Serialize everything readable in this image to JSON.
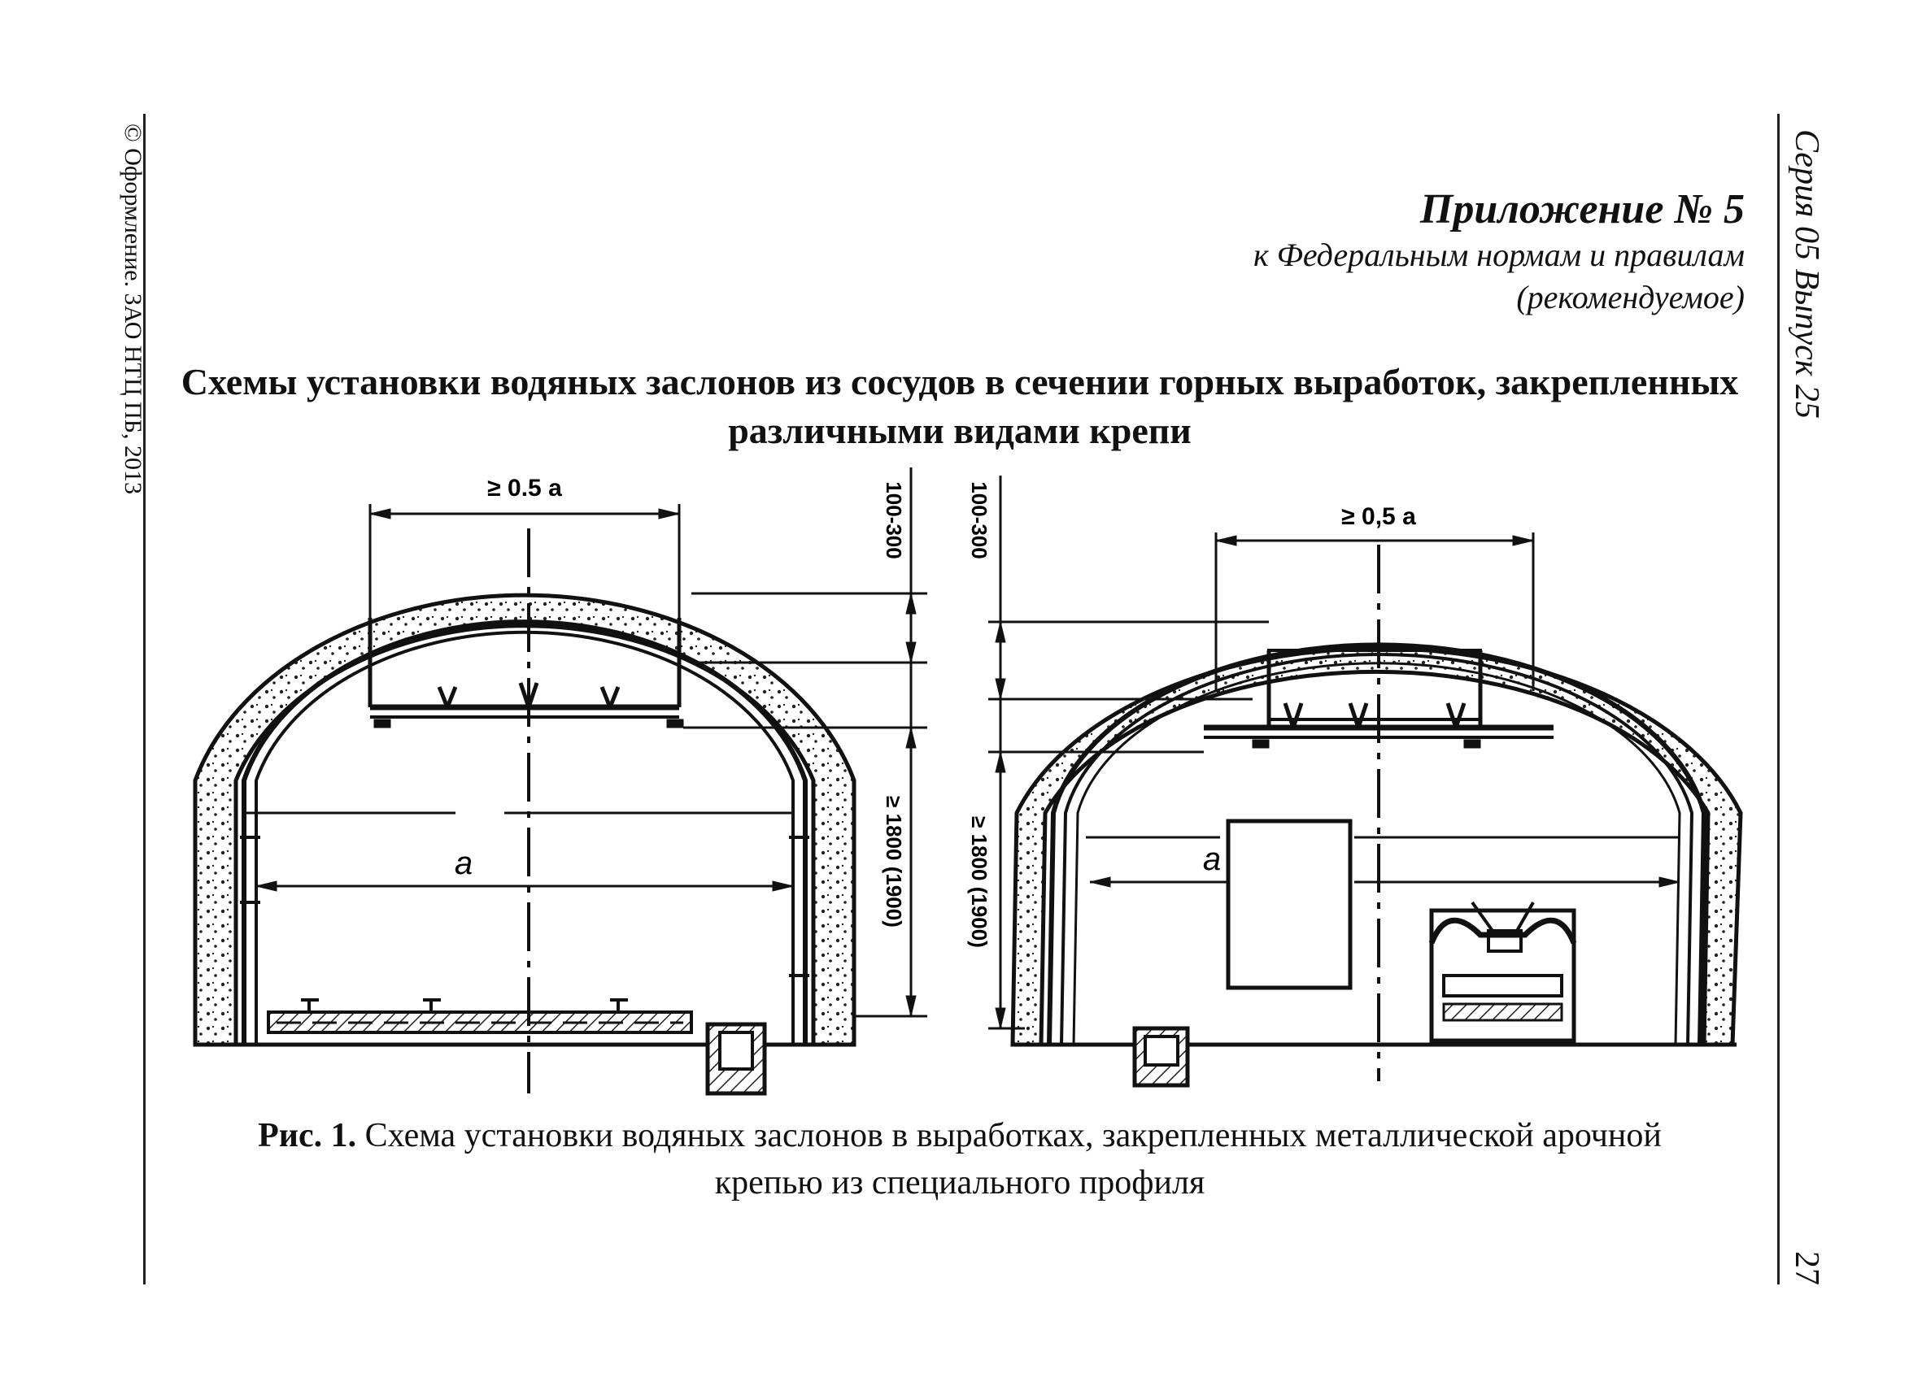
{
  "margin_left": {
    "copyright": "© Оформление. ЗАО НТЦ ПБ, 2013"
  },
  "margin_right": {
    "series": "Серия 05 Выпуск 25",
    "page_number": "27"
  },
  "appendix": {
    "title": "Приложение № 5",
    "line1": "к Федеральным нормам и правилам",
    "line2": "(рекомендуемое)"
  },
  "heading": {
    "line1": "Схемы установки водяных заслонов из сосудов в сечении горных выработок, закрепленных",
    "line2": "различными видами крепи"
  },
  "figure": {
    "left": {
      "top_dim": "≥ 0.5 a",
      "width_label": "a",
      "dim_top": "100-300",
      "dim_bottom": "≥ 1800 (1900)"
    },
    "right": {
      "top_dim": "≥ 0,5 a",
      "width_label": "a",
      "dim_top": "100-300",
      "dim_bottom": "≥ 1800 (1900)"
    }
  },
  "caption": {
    "label": "Рис. 1.",
    "text": " Схема установки водяных заслонов в выработках, закрепленных металлической арочной",
    "line2": "крепью из специального профиля"
  }
}
